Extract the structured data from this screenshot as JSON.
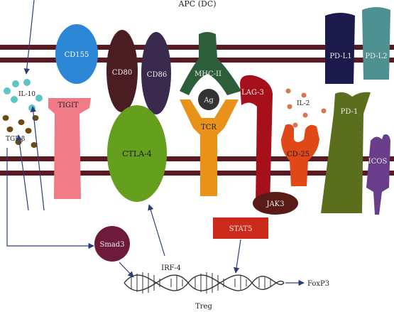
{
  "labels": {
    "apc": "APC (DC)",
    "treg": "Treg",
    "cd155": "CD155",
    "cd80": "CD80",
    "cd86": "CD86",
    "mhc": "MHC-II",
    "ag": "Ag",
    "lag3": "LAG-3",
    "pdl1": "PD-L1",
    "pdl2": "PD-L2",
    "il10": "IL-10",
    "tgfb": "TGF-β",
    "il2": "IL-2",
    "tigit": "TIGIT",
    "ctla4": "CTLA-4",
    "tcr": "TCR",
    "cd25": "CD-25",
    "pd1": "PD-1",
    "icos": "ICOS",
    "jak3": "JAK3",
    "stat5": "STAT5",
    "smad3": "Smad3",
    "irf4": "IRF-4",
    "foxp3": "FoxP3"
  },
  "colors": {
    "membrane": "#5a1a22",
    "cd155": "#2b86d6",
    "cd80": "#4a1d22",
    "cd86": "#3a2a4e",
    "mhc": "#2d5e3a",
    "ag": "#333333",
    "lag3": "#a6101a",
    "pdl1": "#1c1a4a",
    "pdl2": "#4f9090",
    "il10": "#5cc5c5",
    "tgfb": "#6b4a14",
    "il2": "#d9744f",
    "tigit": "#f07a86",
    "ctla4": "#64a01e",
    "tcr": "#e8921a",
    "cd25": "#e04818",
    "pd1": "#5a6e1e",
    "icos": "#6a3d8a",
    "jak3": "#5a1a16",
    "stat5": "#cc2a1a",
    "smad3": "#6e1a3a",
    "arrow": "#2a3d7a"
  }
}
